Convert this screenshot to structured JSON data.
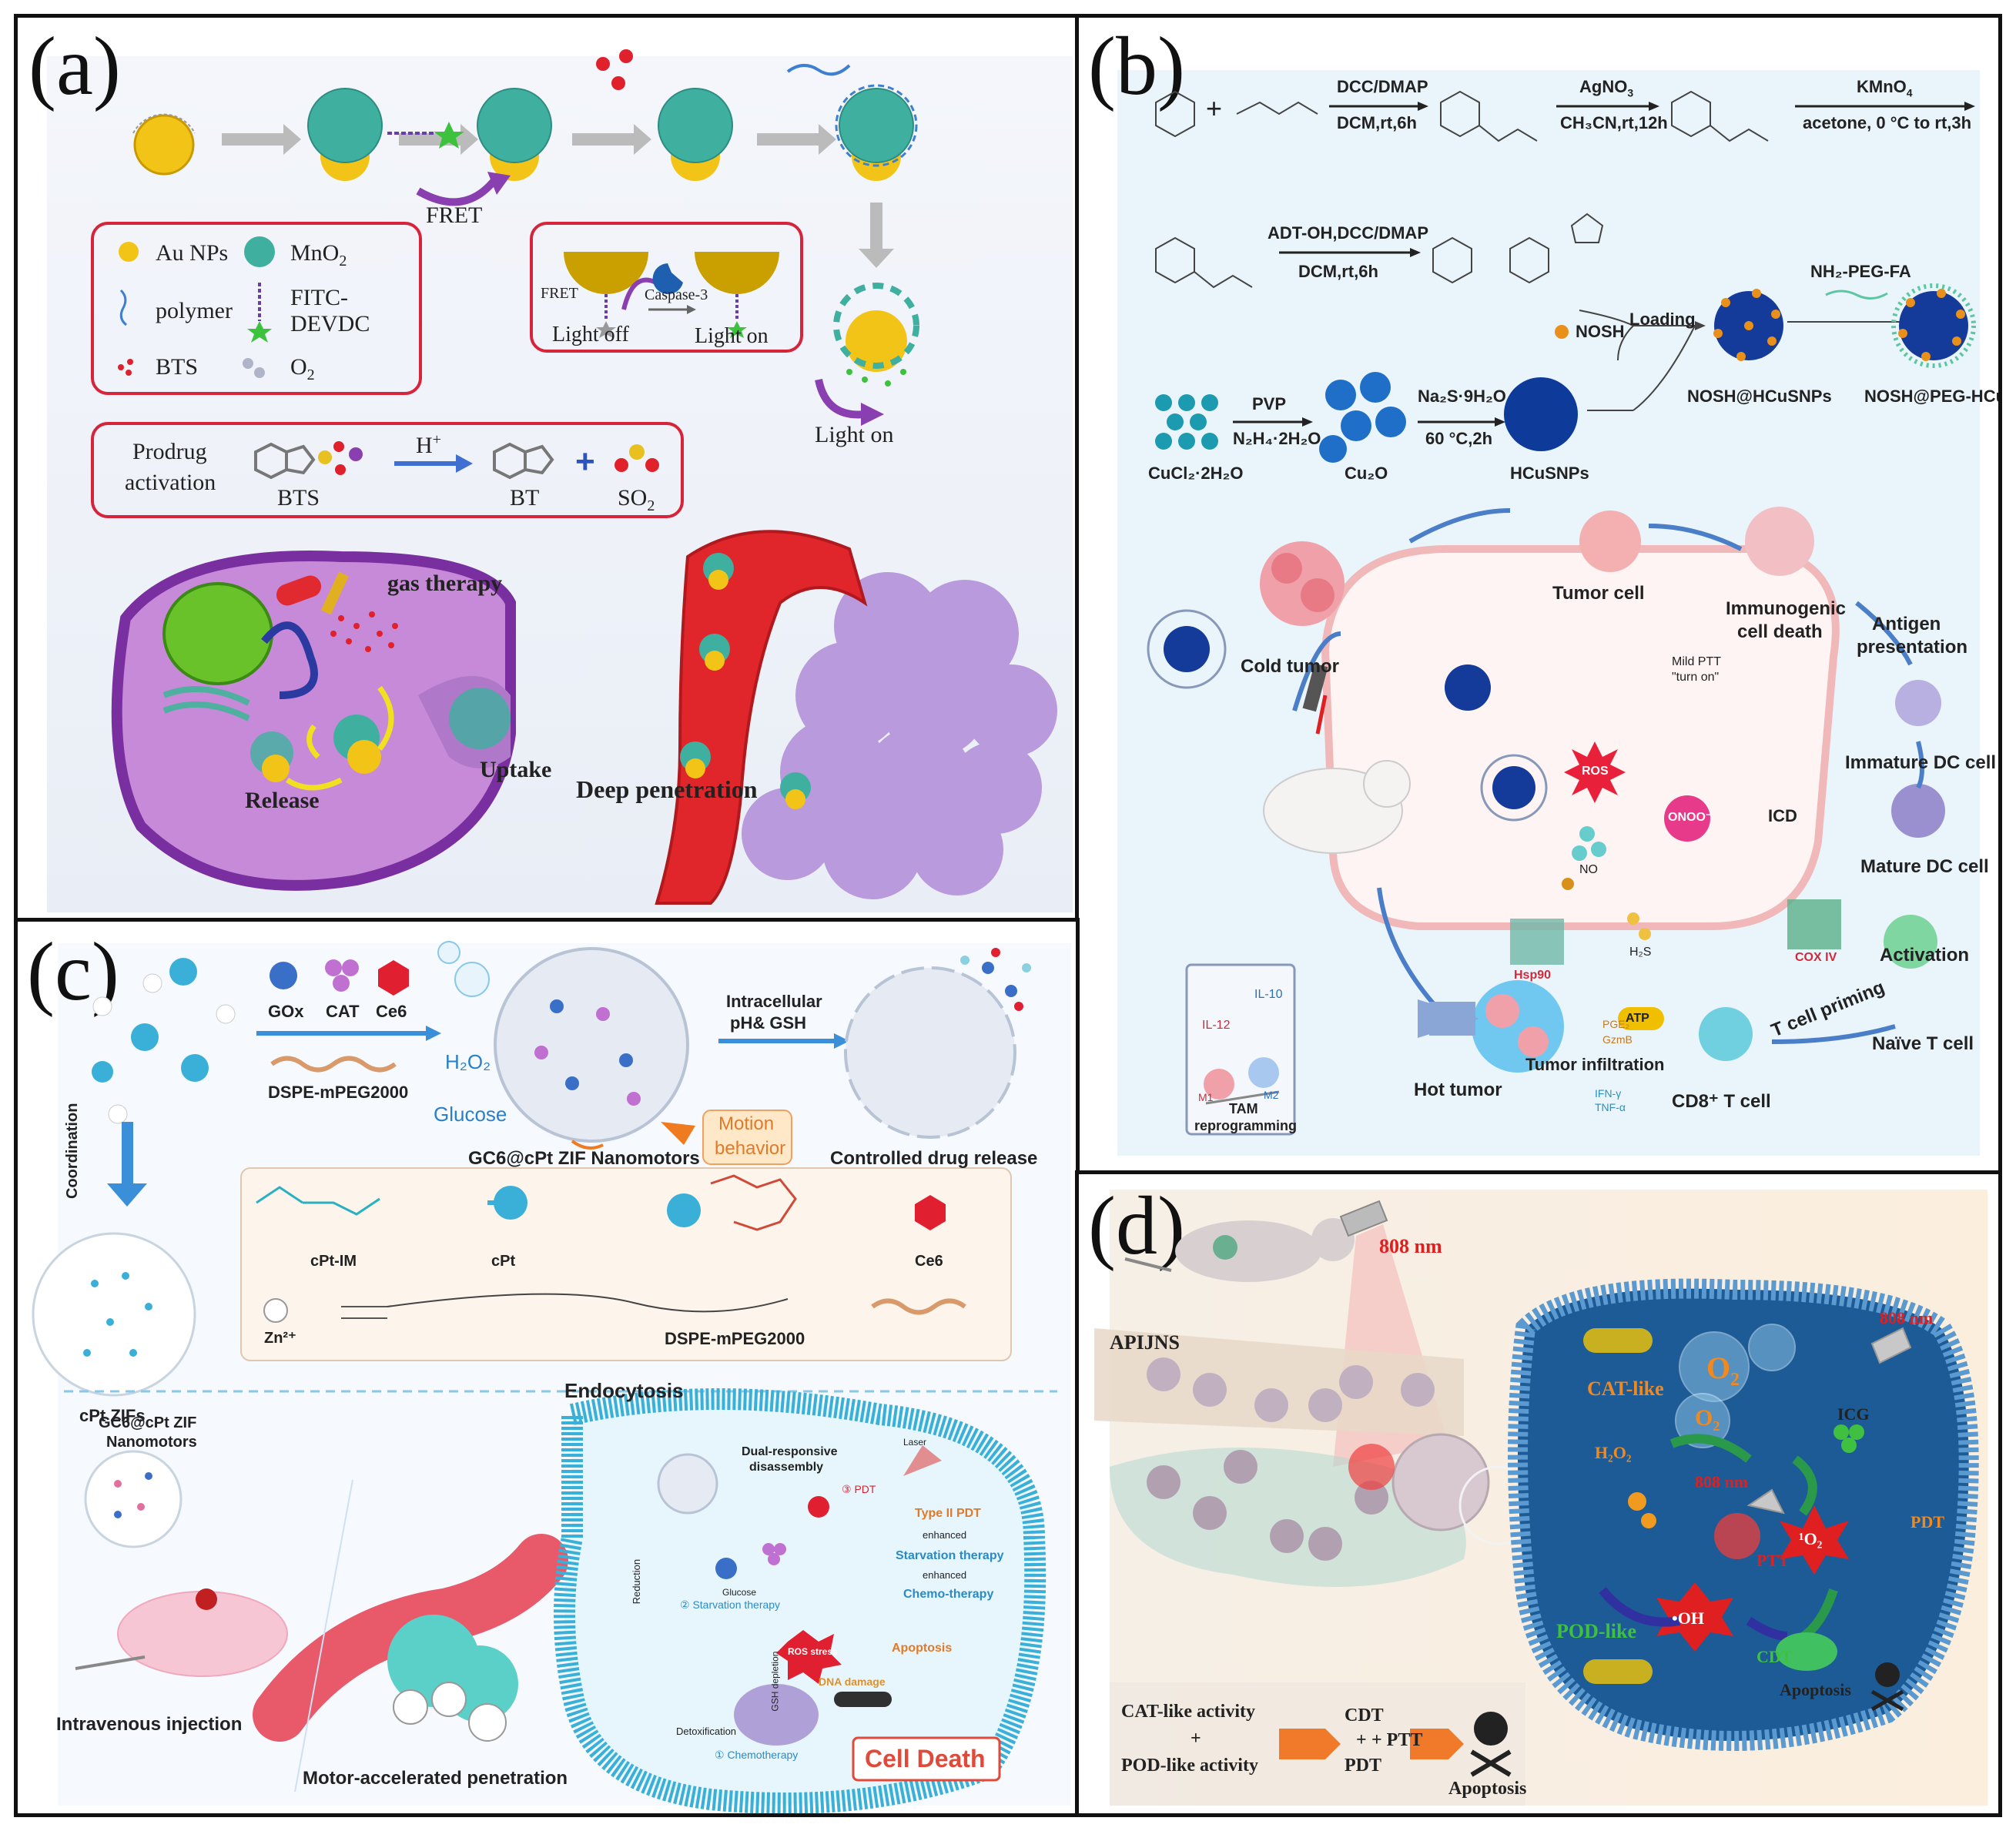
{
  "panels": {
    "a": {
      "label": "(a)",
      "fret_label": "FRET",
      "legend": {
        "au": "Au NPs",
        "mno2": "MnO",
        "mno2_sub": "2",
        "polymer": "polymer",
        "fitc_line1": "FITC-",
        "fitc_line2": "DEVDC",
        "bts": "BTS",
        "o2": "O",
        "o2_sub": "2"
      },
      "switch_box": {
        "fret": "FRET",
        "caspase": "Caspase-3",
        "light_off": "Light off",
        "light_on": "Light on"
      },
      "light_on_right": "Light on",
      "prodrug": {
        "line1": "Prodrug",
        "line2": "activation",
        "bts": "BTS",
        "h_plus": "H",
        "h_sup": "+",
        "bt": "BT",
        "so2": "SO",
        "so2_sub": "2"
      },
      "cell": {
        "gas_therapy": "gas therapy",
        "uptake": "Uptake",
        "release": "Release",
        "deep_penetration": "Deep penetration"
      }
    },
    "b": {
      "label": "(b)",
      "synthesis": {
        "r1_cond_top": "DCC/DMAP",
        "r1_cond_bot": "DCM,rt,6h",
        "r2_cond_top": "AgNO",
        "r2_cond_top_sub": "3",
        "r2_cond_bot": "CH₃CN,rt,12h",
        "r3_cond_top": "KMnO",
        "r3_cond_top_sub": "4",
        "r3_cond_bot": "acetone, 0 °C to rt,3h",
        "r4_cond_top": "ADT-OH,DCC/DMAP",
        "r4_cond_bot": "DCM,rt,6h",
        "nosh": "NOSH",
        "loading": "Loading",
        "peg_fa": "NH₂-PEG-FA",
        "nosh_hcusnps": "NOSH@HCuSNPs",
        "nosh_peg_hcusnps": "NOSH@PEG-HCuSNPs",
        "cucl2": "CuCl₂·2H₂O",
        "pvp": "PVP",
        "n2h4": "N₂H₄·2H₂O",
        "cu2o": "Cu₂O",
        "na2s": "Na₂S·9H₂O",
        "cond_60": "60 °C,2h",
        "hcusnps": "HCuSNPs"
      },
      "cycle": {
        "tumor_cell": "Tumor cell",
        "immunogenic_line1": "Immunogenic",
        "immunogenic_line2": "cell death",
        "antigen_line1": "Antigen",
        "antigen_line2": "presentation",
        "cold_tumor": "Cold tumor",
        "immature_dc": "Immature DC cell",
        "mature_dc": "Mature DC cell",
        "activation": "Activation",
        "naive_t": "Naïve T cell",
        "t_priming": "T cell priming",
        "cd8": "CD8⁺ T cell",
        "tumor_infiltration": "Tumor infiltration",
        "hot_tumor": "Hot tumor",
        "tam_line1": "TAM",
        "tam_line2": "reprogramming",
        "il12": "IL-12",
        "il10": "IL-10",
        "m1": "M1",
        "m2": "M2",
        "pge2": "PGE₂",
        "gzmb": "GzmB",
        "ifn": "IFN-γ",
        "tnf": "TNF-α",
        "mild_ptt_line1": "Mild PTT",
        "mild_ptt_line2": "\"turn on\"",
        "ros": "ROS",
        "onoo": "ONOO⁻",
        "icd": "ICD",
        "no": "NO",
        "h2s": "H₂S",
        "cox": "COX IV",
        "atp": "ATP",
        "hsp90": "Hsp90"
      }
    },
    "c": {
      "label": "(c)",
      "gox": "GOx",
      "cat": "CAT",
      "ce6": "Ce6",
      "dspe": "DSPE-mPEG2000",
      "coordination": "Coordination",
      "h2o2": "H₂O₂",
      "glucose": "Glucose",
      "motion_line1": "Motion",
      "motion_line2": "behavior",
      "intracellular_line1": "Intracellular",
      "intracellular_line2": "pH& GSH",
      "nanomotors_title": "GC6@cPt ZIF Nanomotors",
      "controlled_release": "Controlled drug release",
      "cpt_zifs": "cPt ZIFs",
      "legend_cpt_im": "cPt-IM",
      "legend_cpt": "cPt",
      "legend_ce6": "Ce6",
      "legend_zn": "Zn²⁺",
      "legend_dspe": "DSPE-mPEG2000",
      "gc6_line1": "GC6@cPt ZIF",
      "gc6_line2": "Nanomotors",
      "intravenous": "Intravenous injection",
      "motor_penetration": "Motor-accelerated penetration",
      "endocytosis": "Endocytosis",
      "dual_line1": "Dual-responsive",
      "dual_line2": "disassembly",
      "laser": "Laser",
      "type2_pdt": "Type II PDT",
      "enhanced1": "enhanced",
      "starvation_therapy": "Starvation therapy",
      "enhanced2": "enhanced",
      "chemo": "Chemo-therapy",
      "apoptosis": "Apoptosis",
      "dna_damage": "DNA damage",
      "ros_stress": "ROS stress",
      "pdt3": "③ PDT",
      "starvation2": "② Starvation therapy",
      "chemo1": "① Chemotherapy",
      "reduction": "Reduction",
      "detoxification": "Detoxification",
      "gsh_depletion": "GSH depletion",
      "glucose_small": "Glucose",
      "cell_death": "Cell Death"
    },
    "d": {
      "label": "(d)",
      "nm808_top": "808 nm",
      "apijns": "APIJNS",
      "cat_like": "CAT-like",
      "o2_a": "O",
      "o2_a_sub": "2",
      "o2_b": "O",
      "o2_b_sub": "2",
      "nm808_right": "808 nm",
      "icg": "ICG",
      "h2o2": "H₂O₂",
      "nm808_mid": "808 nm",
      "ptt": "PTT",
      "singlet_o2": "¹O₂",
      "pdt": "PDT",
      "oh": "•OH",
      "pod_like": "POD-like",
      "cdt": "CDT",
      "apoptosis_cell": "Apoptosis",
      "summary_line1": "CAT-like activity",
      "summary_plus1": "+",
      "summary_line2": "POD-like activity",
      "summary_cdt": "CDT",
      "summary_plus2": "+",
      "summary_pdt": "PDT",
      "summary_plus3": "+ PTT",
      "summary_apoptosis": "Apoptosis"
    }
  }
}
